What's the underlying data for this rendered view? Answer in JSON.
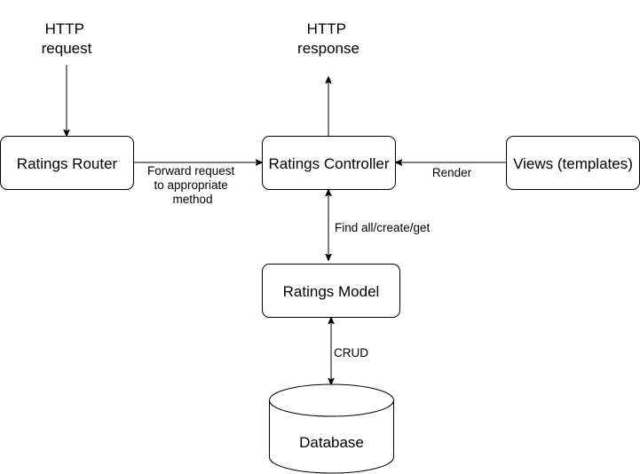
{
  "colors": {
    "stroke": "#000000",
    "fill": "#ffffff",
    "text": "#000000",
    "background": "#ffffff"
  },
  "labels": {
    "http_request": [
      "HTTP",
      "request"
    ],
    "http_response": [
      "HTTP",
      "response"
    ]
  },
  "nodes": {
    "router": {
      "label": "Ratings Router"
    },
    "controller": {
      "label": "Ratings Controller"
    },
    "views": {
      "label": "Views (templates)"
    },
    "model": {
      "label": "Ratings Model"
    },
    "database": {
      "label": "Database"
    }
  },
  "edges": {
    "router_to_controller": {
      "label": [
        "Forward request",
        "to appropriate",
        "method"
      ]
    },
    "views_to_controller": {
      "label": [
        "Render"
      ]
    },
    "controller_model": {
      "label": [
        "Find all/create/get"
      ]
    },
    "model_database": {
      "label": [
        "CRUD"
      ]
    }
  }
}
